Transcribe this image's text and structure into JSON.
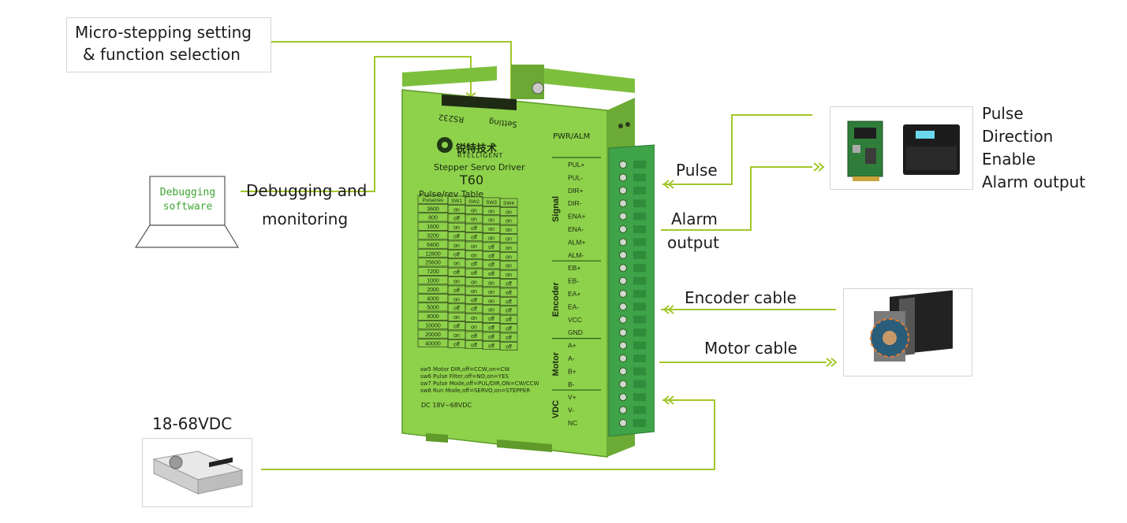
{
  "callouts": {
    "micro_step": [
      "Micro-stepping setting",
      "& function selection"
    ],
    "debug": [
      "Debugging and",
      "monitoring"
    ],
    "laptop_screen": [
      "Debugging",
      "software"
    ],
    "pulse": "Pulse",
    "alarm": [
      "Alarm",
      "output"
    ],
    "encoder": "Encoder cable",
    "motor": "Motor cable",
    "power": "18-68VDC",
    "controller_signals": [
      "Pulse",
      "Direction",
      "Enable",
      "Alarm output"
    ]
  },
  "driver": {
    "port_rs232": "RS232",
    "port_setting": "Setting",
    "pwr_alm": "PWR/ALM",
    "brand_cn": "锐特技术",
    "brand_en": "RTELLIGENT",
    "product_line": "Stepper Servo Driver",
    "model": "T60",
    "table_title": "Pulse/rev Table",
    "table_headers": [
      "Pulse/rev",
      "SW1",
      "SW2",
      "SW3",
      "SW4"
    ],
    "table_rows": [
      [
        "3600",
        "on",
        "on",
        "on",
        "on"
      ],
      [
        "800",
        "off",
        "on",
        "on",
        "on"
      ],
      [
        "1600",
        "on",
        "off",
        "on",
        "on"
      ],
      [
        "3200",
        "off",
        "off",
        "on",
        "on"
      ],
      [
        "6400",
        "on",
        "on",
        "off",
        "on"
      ],
      [
        "12800",
        "off",
        "on",
        "off",
        "on"
      ],
      [
        "25600",
        "on",
        "off",
        "off",
        "on"
      ],
      [
        "7200",
        "off",
        "off",
        "off",
        "on"
      ],
      [
        "1000",
        "on",
        "on",
        "on",
        "off"
      ],
      [
        "2000",
        "off",
        "on",
        "on",
        "off"
      ],
      [
        "4000",
        "on",
        "off",
        "on",
        "off"
      ],
      [
        "5000",
        "off",
        "off",
        "on",
        "off"
      ],
      [
        "8000",
        "on",
        "on",
        "off",
        "off"
      ],
      [
        "10000",
        "off",
        "on",
        "off",
        "off"
      ],
      [
        "20000",
        "on",
        "off",
        "off",
        "off"
      ],
      [
        "40000",
        "off",
        "off",
        "off",
        "off"
      ]
    ],
    "notes": [
      "sw5 Motor DIR,off=CCW,on=CW",
      "sw6 Pulse Filter,off=NO,on=YES",
      "sw7 Pulse Mode,off=PUL/DIR,ON=CW/CCW",
      "sw8 Run Mode,off=SERVO,on=STEPPER",
      "DC 18V~68VDC"
    ],
    "groups": [
      "Signal",
      "Encoder",
      "Motor",
      "VDC"
    ],
    "terminals": [
      "PUL+",
      "PUL-",
      "DIR+",
      "DIR-",
      "ENA+",
      "ENA-",
      "ALM+",
      "ALM-",
      "EB+",
      "EB-",
      "EA+",
      "EA-",
      "VCC",
      "GND",
      "A+",
      "A-",
      "B+",
      "B-",
      "V+",
      "V-",
      "NC"
    ]
  },
  "colors": {
    "line": "#a2c72a",
    "body": "#8fcf4b",
    "body_dark": "#5d9e2c",
    "terminal": "#4caf50"
  }
}
